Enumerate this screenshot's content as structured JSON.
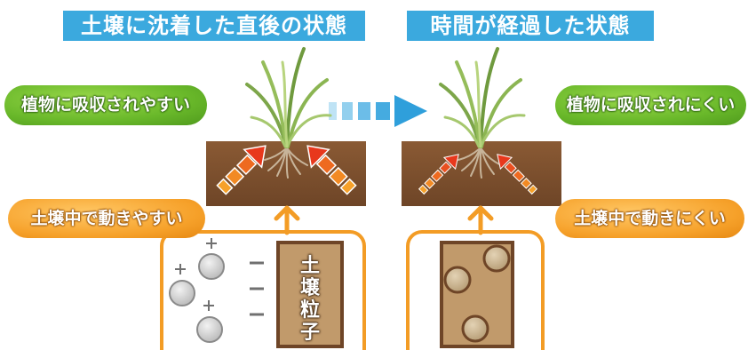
{
  "left_panel": {
    "title": "土壌に沈着した直後の状態",
    "plant_label": "植物に吸収されやすい",
    "soil_label": "土壌中で動きやすい",
    "particle_label": "土壌粒子",
    "plus_sign": "+",
    "minus_sign": "−"
  },
  "right_panel": {
    "title": "時間が経過した状態",
    "plant_label": "植物に吸収されにくい",
    "soil_label": "土壌中で動きにくい"
  },
  "colors": {
    "title_bg": "#3ba9de",
    "green_pill": "#69b82a",
    "orange_pill": "#f6a12a",
    "soil": "#7a4f2e",
    "particle": "#c19a6b",
    "frame_orange": "#f39c25",
    "transition_arrow": "#3ba9de"
  }
}
